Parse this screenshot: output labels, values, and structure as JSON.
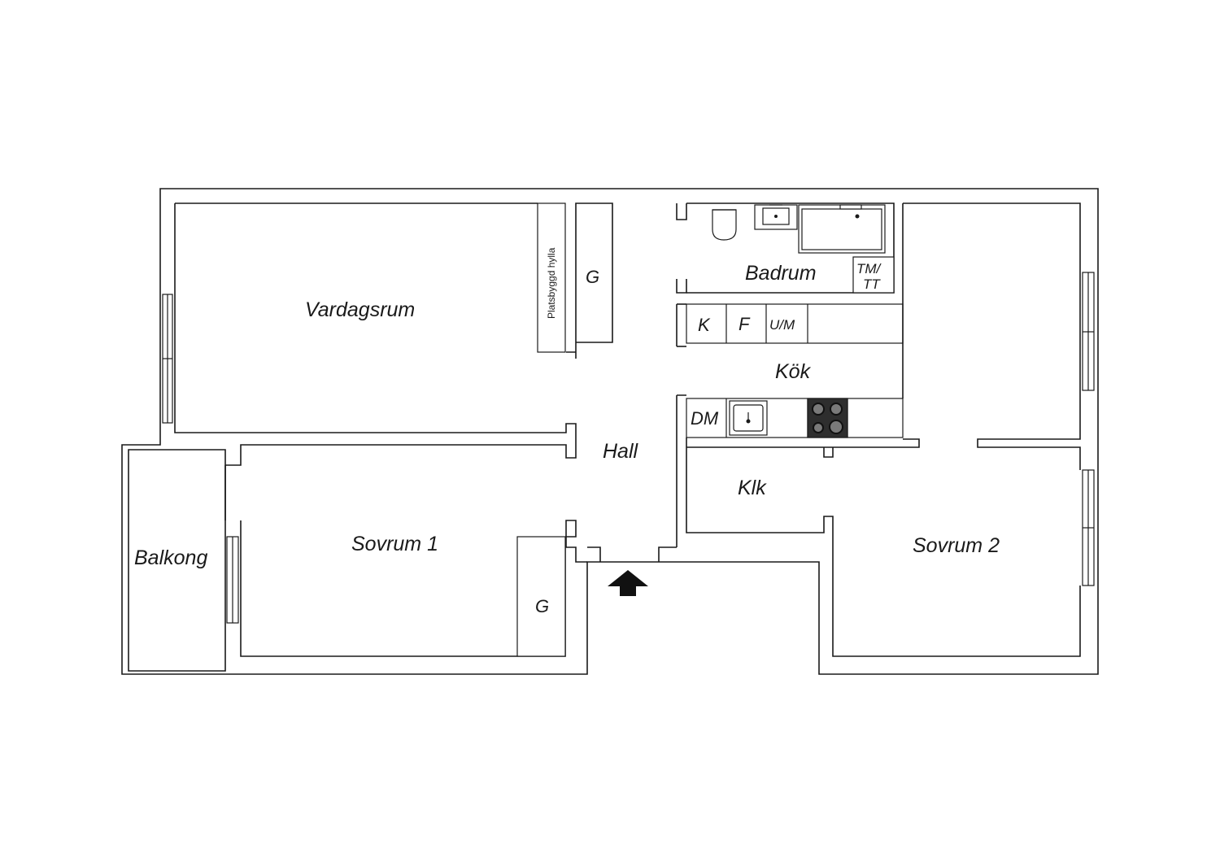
{
  "rooms": {
    "vardagsrum": "Vardagsrum",
    "badrum": "Badrum",
    "kok": "Kök",
    "hall": "Hall",
    "klk": "Klk",
    "sovrum1": "Sovrum 1",
    "sovrum2": "Sovrum 2",
    "balkong": "Balkong"
  },
  "labels": {
    "shelf": "Platsbyggd hylla",
    "wardrobe_hall": "G",
    "wardrobe_sovrum1": "G",
    "tm_line1": "TM/",
    "tm_line2": "TT",
    "fridge_k": "K",
    "freezer_f": "F",
    "oven_um": "U/M",
    "dishwasher": "DM"
  },
  "icons": {
    "entrance": "arrow-up-icon"
  }
}
